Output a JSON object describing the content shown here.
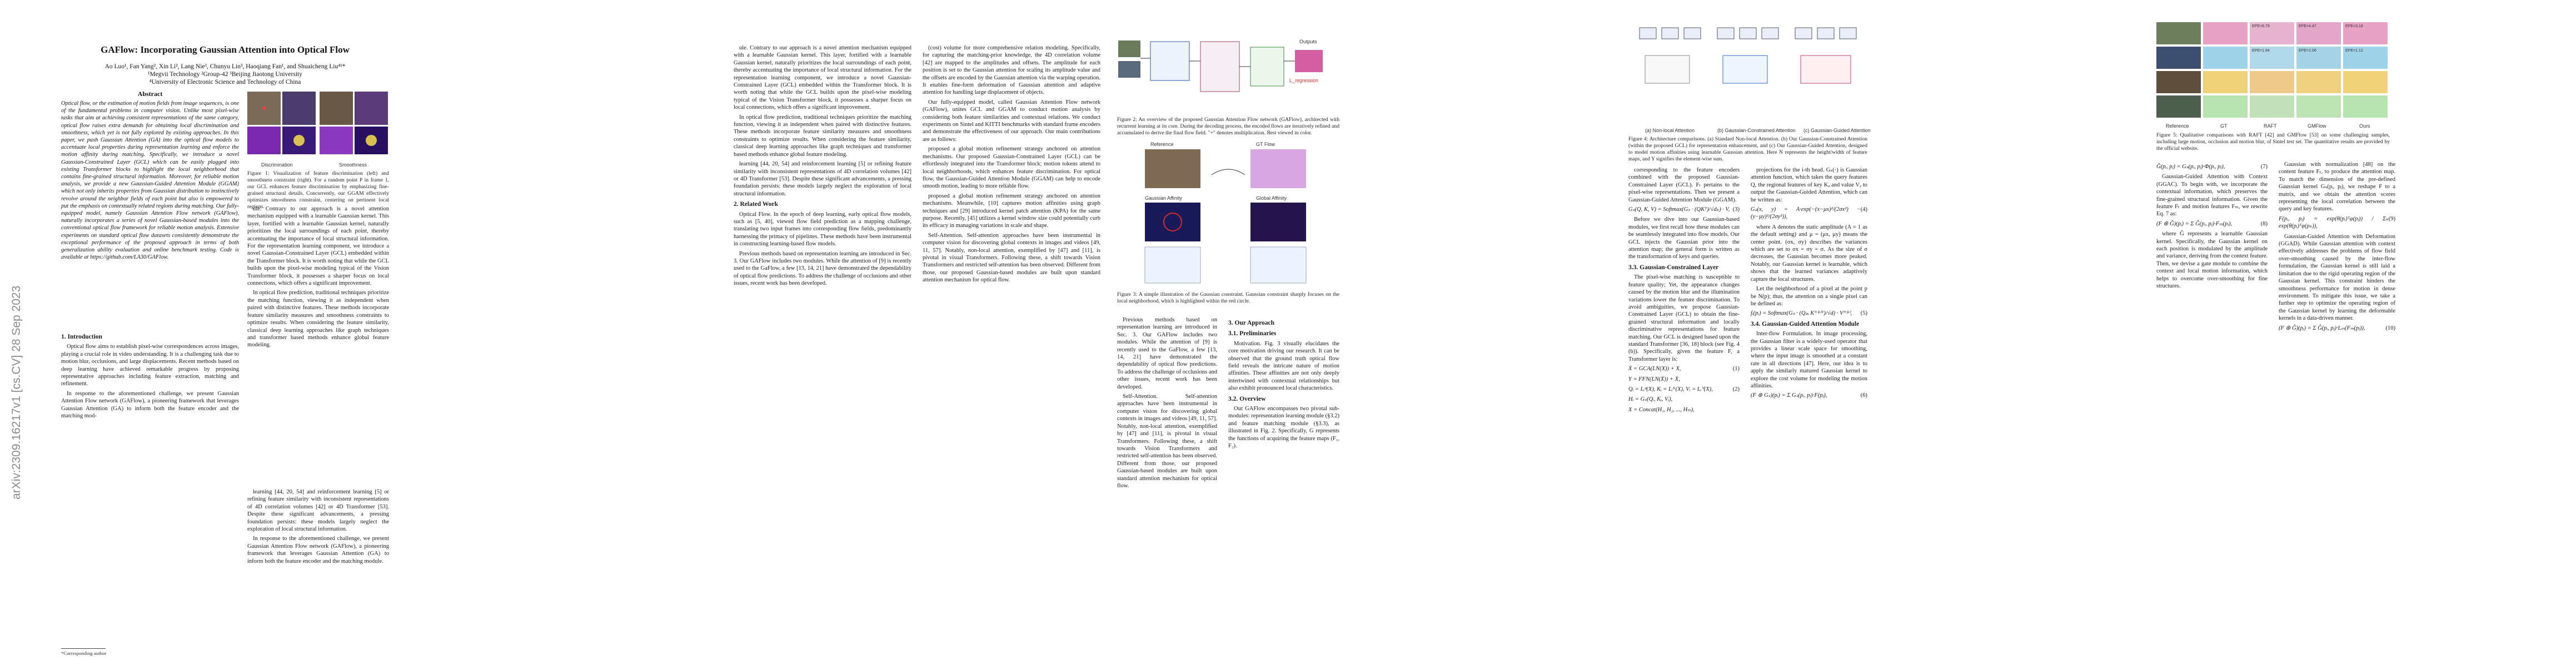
{
  "sidebar": {
    "arxiv_id": "arXiv:2309.16217v1  [cs.CV]  28 Sep 2023"
  },
  "paper": {
    "title": "GAFlow: Incorporating Gaussian Attention into Optical Flow",
    "authors": "Ao Luo¹, Fan Yang², Xin Li², Lang Nie³, Chunyu Lin³, Haoqiang Fan¹, and Shuaicheng Liu⁴¹*",
    "affil1": "¹Megvii Technology    ²Group-42    ³Beijing Jiaotong University",
    "affil2": "⁴University of Electronic Science and Technology of China",
    "abstract_title": "Abstract",
    "abstract": "Optical flow, or the estimation of motion fields from image sequences, is one of the fundamental problems in computer vision. Unlike most pixel-wise tasks that aim at achieving consistent representations of the same category, optical flow raises extra demands for obtaining local discrimination and smoothness, which yet is not fully explored by existing approaches. In this paper, we push Gaussian Attention (GA) into the optical flow models to accentuate local properties during representation learning and enforce the motion affinity during matching. Specifically, we introduce a novel Gaussian-Constrained Layer (GCL) which can be easily plugged into existing Transformer blocks to highlight the local neighborhood that contains fine-grained structural information. Moreover, for reliable motion analysis, we provide a new Gaussian-Guided Attention Module (GGAM) which not only inherits properties from Gaussian distribution to instinctively revolve around the neighbor fields of each point but also is empowered to put the emphasis on contextually related regions during matching. Our fully-equipped model, namely Gaussian Attention Flow network (GAFlow), naturally incorporates a series of novel Gaussian-based modules into the conventional optical flow framework for reliable motion analysis. Extensive experiments on standard optical flow datasets consistently demonstrate the exceptional performance of the proposed approach in terms of both generalization ability evaluation and online benchmark testing. Code is available at https://github.com/LA30/GAFlow.",
    "intro_title": "1. Introduction",
    "intro_p1": "Optical flow aims to establish pixel-wise correspondences across images, playing a crucial role in video understanding. It is a challenging task due to motion blur, occlusions, and large displacements. Recent methods based on deep learning have achieved remarkable progress by proposing representative approaches including feature extraction, matching and refinement.",
    "intro_p2": "In response to the aforementioned challenge, we present Gaussian Attention Flow network (GAFlow), a pioneering framework that leverages Gaussian Attention (GA) to inform both the feature encoder and the matching mod-",
    "footnote": "*Corresponding author",
    "fig1_caption": "Figure 1: Visualization of feature discrimination (left) and smoothness constraint (right). For a random point P in frame 1, our GCL enhances feature discrimination by emphasizing fine-grained structural details. Concurrently, our GGAM effectively optimizes smoothness constraint, centering on pertinent local regions.",
    "fig1_left_label": "Discrimination",
    "fig1_right_label": "Smoothness",
    "col2_p1": "ule. Contrary to our approach is a novel attention mechanism equipped with a learnable Gaussian kernel. This layer, fortified with a learnable Gaussian kernel, naturally prioritizes the local surroundings of each point, thereby accentuating the importance of local structural information. For the representation learning component, we introduce a novel Gaussian-Constrained Layer (GCL) embedded within the Transformer block. It is worth noting that while the GCL builds upon the pixel-wise modeling typical of the Vision Transformer block, it possesses a sharper focus on local connections, which offers a significant improvement.",
    "col2_p2": "In optical flow prediction, traditional techniques prioritize the matching function, viewing it as independent when paired with distinctive features. These methods incorporate feature similarity measures and smoothness constraints to optimize results. When considering the feature similarity, classical deep learning approaches like graph techniques and transformer based methods enhance global feature modeling.",
    "col2_p3": "learning [44, 20, 54] and reinforcement learning [5] or refining feature similarity with inconsistent representations of 4D correlation volumes [42] or 4D Transformer [53]. Despite these significant advancements, a pressing foundation persists: these models largely neglect the exploration of local structural information.",
    "col2_p4": "In response to the aforementioned challenge, we present Gaussian Attention Flow network (GAFlow), a pioneering framework that leverages Gaussian Attention (GA) to inform both the feature encoder and the matching module.",
    "col3_p1": "(cost) volume for more comprehensive relation modeling. Specifically, for capturing the matching-prior knowledge, the 4D correlation volume [42] are mapped to the amplitudes and offsets. The amplitude for each position is set to the Gaussian attention for scaling its amplitude value and the offsets are encoded by the Gaussian attention via the warping operation. It enables fine-form deformation of Gaussian attention and adaptive attention for handling large displacement of objects.",
    "col3_p2": "Our fully-equipped model, called Gaussian Attention Flow network (GAFlow), unites GCL and GGAM to conduct motion analysis by considering both feature similarities and contextual relations. We conduct experiments on Sintel and KITTI benchmarks with standard frame encoders and demonstrate the effectiveness of our approach. Our main contributions are as follows:",
    "col3_p3": "proposed a global motion refinement strategy anchored on attention mechanisms. Meanwhile, [10] captures motion affinities using graph techniques and [29] introduced kernel patch attention (KPA) for the same purpose. Recently, [45] utilizes a kernel window size could potentially curb its efficacy in managing variations in scale and shape.",
    "col3_p4": "Self-Attention. Self-attention approaches have been instrumental in computer vision for discovering global contexts in images and videos [49, 11, 57]. Notably, non-local attention, exemplified by [47] and [11], is pivotal in visual Transformers. Following these, a shift towards Vision Transformers and restricted self-attention has been observed. Different from those, our proposed Gaussian-based modules are built upon standard attention mechanism for optical flow.",
    "fig2_caption": "Figure 2: An overview of the proposed Gaussian Attention Flow network (GAFlow), architected with recurrent learning at its core. During the decoding process, the encoded flows are iteratively refined and accumulated to derive the final flow field. \"+\" denotes multiplication. Best viewed in color.",
    "fig3_caption": "Figure 3: A simple illustration of the Gaussian constraint. Gaussian constraint sharply focuses on the local neighborhood, which is highlighted within the red circle.",
    "col4_p1": "Previous methods based on representation learning are introduced in Sec. 3. Our GAFlow includes two modules. While the attention of [9] is recently used to the GaFlow, a few [13, 14, 21] have demonstrated the dependability of optical flow predictions. To address the challenge of occlusions and other issues, recent work has been developed.",
    "col4_p2": "proposed a global motion refinement strategy anchored on attention mechanisms. Our proposed Gaussian-Constrained Layer (GCL) can be effortlessly integrated into the Transformer block; motion tokens attend to local neighborhoods, which enhances feature discrimination. For optical flow, the Gaussian-Guided Attention Module (GGAM) can help to encode smooth motion, leading to more reliable flow.",
    "sec2_title": "2. Related Work",
    "sec2_p1": "Optical Flow. In the epoch of deep learning, early optical flow models, such as [5, 40], viewed flow field prediction as a mapping challenge, translating two input frames into corresponding flow fields, predominantly harnessing the primacy of pipelines. These methods have been instrumental in constructing learning-based flow models.",
    "sec3_title": "3. Our Approach",
    "sec31_title": "3.1. Preliminaries",
    "sec31_p1": "Motivation. Fig. 3 visually elucidates the core motivation driving our research. It can be observed that the ground truth optical flow field reveals the intricate nature of motion affinities. These affinities are not only deeply intertwined with contextual relationships but also exhibit pronounced local characteristics.",
    "sec32_title": "3.2. Overview",
    "sec32_p1": "Our GAFlow encompasses two pivotal sub-modules: representation learning module (§3.2) and feature matching module (§3.3), as illustrated in Fig. 2. Specifically, G represents the functions of acquiring the feature maps (F₁, F₂).",
    "fig4_caption": "Figure 4: Architecture comparisons. (a) Standard Non-local Attention. (b) Our Gaussian-Constrained Attention (within the proposed GCL) for representation enhancement, and (c) Our Gaussian-Guided Attention, designed to model motion affinities using learnable Gaussian attention. Here N represents the height/width of feature maps, and Y signifies the element-wise sum.",
    "fig4_sub_a": "(a) Non-local Attention",
    "fig4_sub_b": "(b) Gaussian-Constrained Attention",
    "fig4_sub_c": "(c) Gaussian-Guided Attention",
    "col5_p1": "corresponding to the feature encoders combined with the proposed Gaussian-Constrained Layer (GCL). Fₜ pertains to the pixel-wise representations. Then we present a Gaussian-Guided Attention Module (GGAM).",
    "col5_p2": "Before we dive into our Gaussian-based modules, we first recall how these modules can be seamlessly integrated into flow models. Our GCL injects the Gaussian prior into the attention map; the general form is written as the transformation of keys and queries.",
    "sec33_title": "3.3. Gaussian-Constrained Layer",
    "sec33_p1": "The pixel-wise matching is susceptible to feature quality; Yet, the appearance changes caused by the motion blur and the illumination variations lower the feature discrimination. To avoid ambiguities, we propose Gaussian-Constrained Layer (GCL) to obtain the fine-grained structural information and locally discriminative representations for feature matching. Our GCL is designed based upon the standard Transformer [36, 18] block (see Fig. 4 (b)). Specifically, given the feature F, a Transformer layer is:",
    "col6_p1": "projections for the i-th head. Gₛ(·) is Gaussian attention function, which takes the query features Q, the regional features of key Kₐ and value Vₐ to output the Gaussian-Guided Attention, which can be written as:",
    "col6_p2": "where A denotes the static amplitude (A = 1 as the default setting) and μ = (μx, μy) means the center point. (σx, σy) describes the variances which are set to σx = σy = σ. As the size of σ decreases, the Gaussian becomes more peaked. Notably, our Gaussian kernel is learnable, which shows that the learned variances adaptively capture the local structures.",
    "col6_p3": "Let the neighborhood of a pixel at the point p be N(p); thus, the attention on a single pixel can be defined as:",
    "sec34_title": "3.4. Gaussian-Guided Attention Module",
    "sec34_p1": "Inter-flow Formulation. In image processing, the Gaussian filter is a widely-used operator that provides a linear scale space for smoothing, where the input image is smoothed at a constant rate in all directions [47]. Here, our idea is to apply the similarly matured Gaussian kernel to explore the cost volume for modeling the motion affinities.",
    "fig5_caption": "Figure 5: Qualitative comparisons with RAFT [42] and GMFlow [53] on some challenging samples, including large motion, occlusion and motion blur, of Sintel test set. The quantitative results are provided by the official website.",
    "fig5_cols": [
      "Reference",
      "GT",
      "RAFT",
      "GMFlow",
      "Ours"
    ],
    "fig5_epe": [
      "EPE=6.79",
      "EPE=4.47",
      "EPE=3.18",
      "EPE=1.94",
      "EPE=2.06",
      "EPE=1.12"
    ],
    "col7_p1": "Gaussian with normalization [48] on the content feature Fₜ, to produce the attention map. To match the dimension of the pre-defined Gaussian kernel Gₛ(pᵢ, pⱼ), we reshape F to a matrix, and we obtain the attention scores representing the local correlation between the query and key features.",
    "col7_p2": "Gaussian-Guided Attention with Deformation (GGAD). While Gaussian attention with context effectively addresses the problems of flow field over-smoothing caused by the inter-flow formulation, the Gaussian kernel is still laid a limitation due to the rigid operating region of the Gaussian kernel. This constraint hinders the smoothness performance for motion in dense environment. To mitigate this issue, we take a further step to optimize the operating region of the Gaussian kernel by learning the deformable kernels in a data-driven manner.",
    "col8_p1": "Gaussian-Guided Attention with Context (GGAC). To begin with, we incorporate the contextual information, which preserves the fine-grained structural information. Given the feature Fₜ and motion features Fₘ, we rewrite Eq. 7 as:",
    "col8_p2": "where Ĝ represents a learnable Gaussian kernel. Specifically, the Gaussian kernel on each position is modulated by the amplitude and variance, deriving from the context feature. Then, we devise a gate module to combine the context and local motion information, which helps to overcome over-smoothing for fine structures."
  },
  "equations": [
    {
      "expr": "Ẋ = GCA(LN(X)) + X,",
      "num": "(1)"
    },
    {
      "expr": "Y = FFN(LN(Ẋ)) + Ẋ,",
      "num": ""
    },
    {
      "expr": "Qᵢ = Lᵢᵠ(X), Kᵢ = Lᵢᴷ(X), Vᵢ = Lᵢⱽ(X),",
      "num": "(2)"
    },
    {
      "expr": "Hᵢ = Gₛ(Qᵢ, Kᵢ, Vᵢ),",
      "num": ""
    },
    {
      "expr": "X = Concat(H₁, H₂, ..., Hₘ),",
      "num": ""
    },
    {
      "expr": "Gₛ(Q, K, V) = Softmax(Gₛ · (QKᵀ)/√dₖ) · V,",
      "num": "(3)"
    },
    {
      "expr": "Gₛ(x, y) = A·exp(−(x−μx)²/(2σx²) − (y−μy)²/(2σy²)),",
      "num": "(4)"
    },
    {
      "expr": "fᵢ(pᵢ) = Softmax(Gₛ · (Qₚᵢ Kᴺ⁽ᵖ⁾ᵀ)/√d) · Vᴺ⁽ᵖ⁾,",
      "num": "(5)"
    },
    {
      "expr": "(F ⊛ Gₛ)(pᵢ) = Σ Gₛ(pᵢ, pⱼ)·F(pⱼ),",
      "num": "(6)"
    },
    {
      "expr": "Ĝ(pᵢ, pⱼ) = Gₛ(pᵢ, pⱼ)·Φ(pᵢ, pⱼ),",
      "num": "(7)"
    },
    {
      "expr": "(F ⊛ Ĝ)(pᵢ) = Σ Ĝ(pᵢ, pⱼ)·Fₘ(pⱼ),",
      "num": "(8)"
    },
    {
      "expr": "F(pᵢ, pⱼ) = exp(θ(pᵢ)ᵀφ(pⱼ)) / Σₖ exp(θ(pᵢ)ᵀφ(pₖ)),",
      "num": "(9)"
    },
    {
      "expr": "(F ⊛ Ĝ)(pᵢ) = Σ Ĝ(pᵢ, pⱼ)·Lₘ(Fₘ(pⱼ)),",
      "num": "(10)"
    }
  ],
  "fig2_labels": {
    "outputs": "Outputs",
    "reference": "Reference",
    "gt_flow": "GT Flow",
    "gaussian_affinity": "Gaussian Affinity",
    "global_affinity": "Global Affinity",
    "l_regression": "L_regression"
  },
  "colors": {
    "accent": "#2e5aac",
    "red": "#d02a2a",
    "gauss_blue": "#3a6bd6",
    "purple": "#6b2fa8"
  }
}
